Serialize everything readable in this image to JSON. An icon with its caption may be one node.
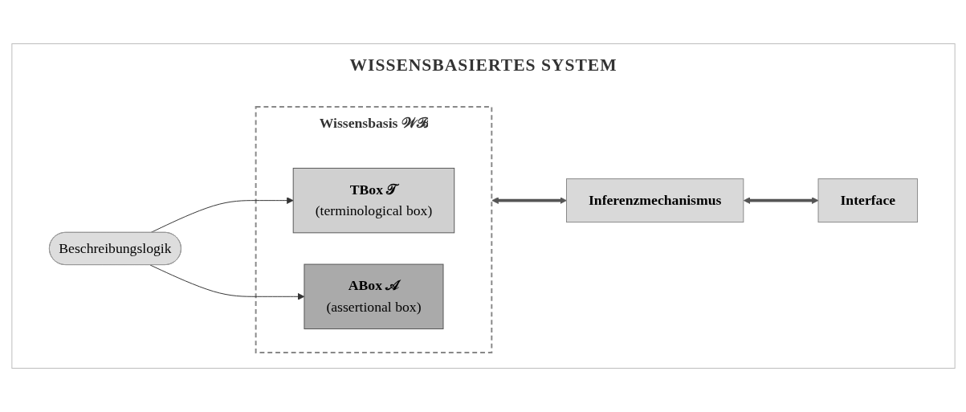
{
  "diagram": {
    "nodes": [
      {
        "text": [
          "WISSENSBASIERTES SYSTEM"
        ]
      },
      {
        "text": [
          "Wissensbasis 𝒲ℬ"
        ],
        "in": 0
      },
      {
        "text": [
          "TBox 𝒯",
          "(terminological box)"
        ],
        "in": 1
      },
      {
        "text": [
          "ABox 𝒜",
          "(assertional box)"
        ],
        "in": 1
      },
      {
        "text": [
          "Beschreibungslogik"
        ],
        "in": 0
      },
      {
        "text": [
          "Inferenzmechanismus"
        ],
        "in": 0
      },
      {
        "text": [
          "Interface"
        ],
        "in": 0
      }
    ],
    "edges": [
      {
        "from": 4,
        "to": 2,
        "arrow": "to"
      },
      {
        "from": 4,
        "to": 3,
        "arrow": "to"
      },
      {
        "from": 1,
        "to": 5,
        "arrow": "both",
        "style": "thick",
        "color": "#555555"
      },
      {
        "from": 5,
        "to": 6,
        "arrow": "both",
        "style": "thick",
        "color": "#555555"
      }
    ]
  }
}
